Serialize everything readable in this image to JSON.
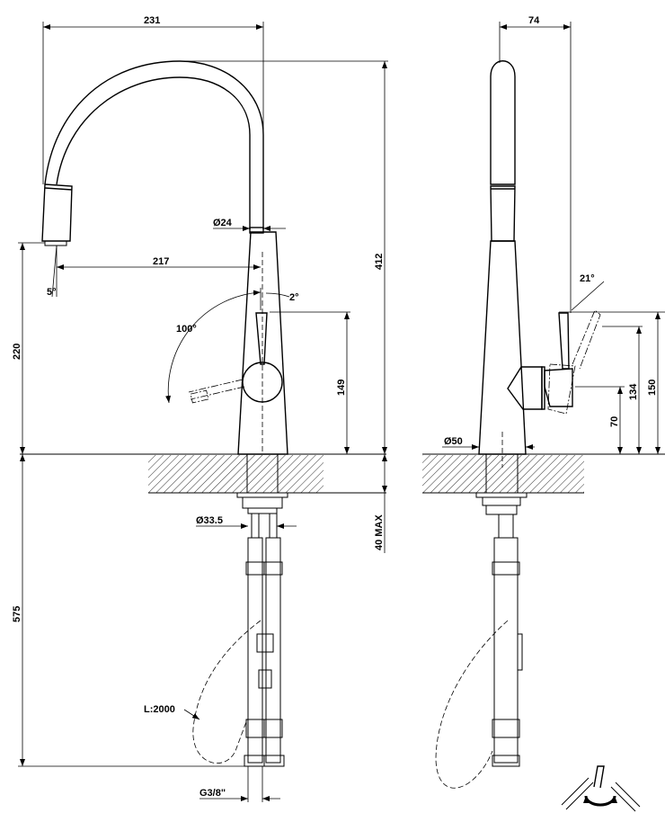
{
  "title": "Kitchen mixer with pull-out spout - technical drawing",
  "front_view": {
    "dim_width": "231",
    "dim_spout_reach": "217",
    "dim_total_height": "412",
    "dim_spout_height": "220",
    "dim_handle_height": "149",
    "dim_hose_length": "575",
    "dim_deck_thickness": "40 MAX",
    "dim_spout_diameter": "Ø24",
    "dim_shank_diameter": "Ø33.5",
    "angle_handle_rotation": "100°",
    "angle_handle_tilt": "2°",
    "angle_spray": "5°",
    "label_hose": "L:2000",
    "label_thread": "G3/8\""
  },
  "side_view": {
    "dim_depth": "74",
    "dim_base_diameter": "Ø50",
    "angle_lever": "21°",
    "dim_handle_axis": "70",
    "dim_handle_open": "134",
    "dim_handle_top": "150"
  },
  "icons": {
    "rotate": "rotate-lever-icon"
  }
}
